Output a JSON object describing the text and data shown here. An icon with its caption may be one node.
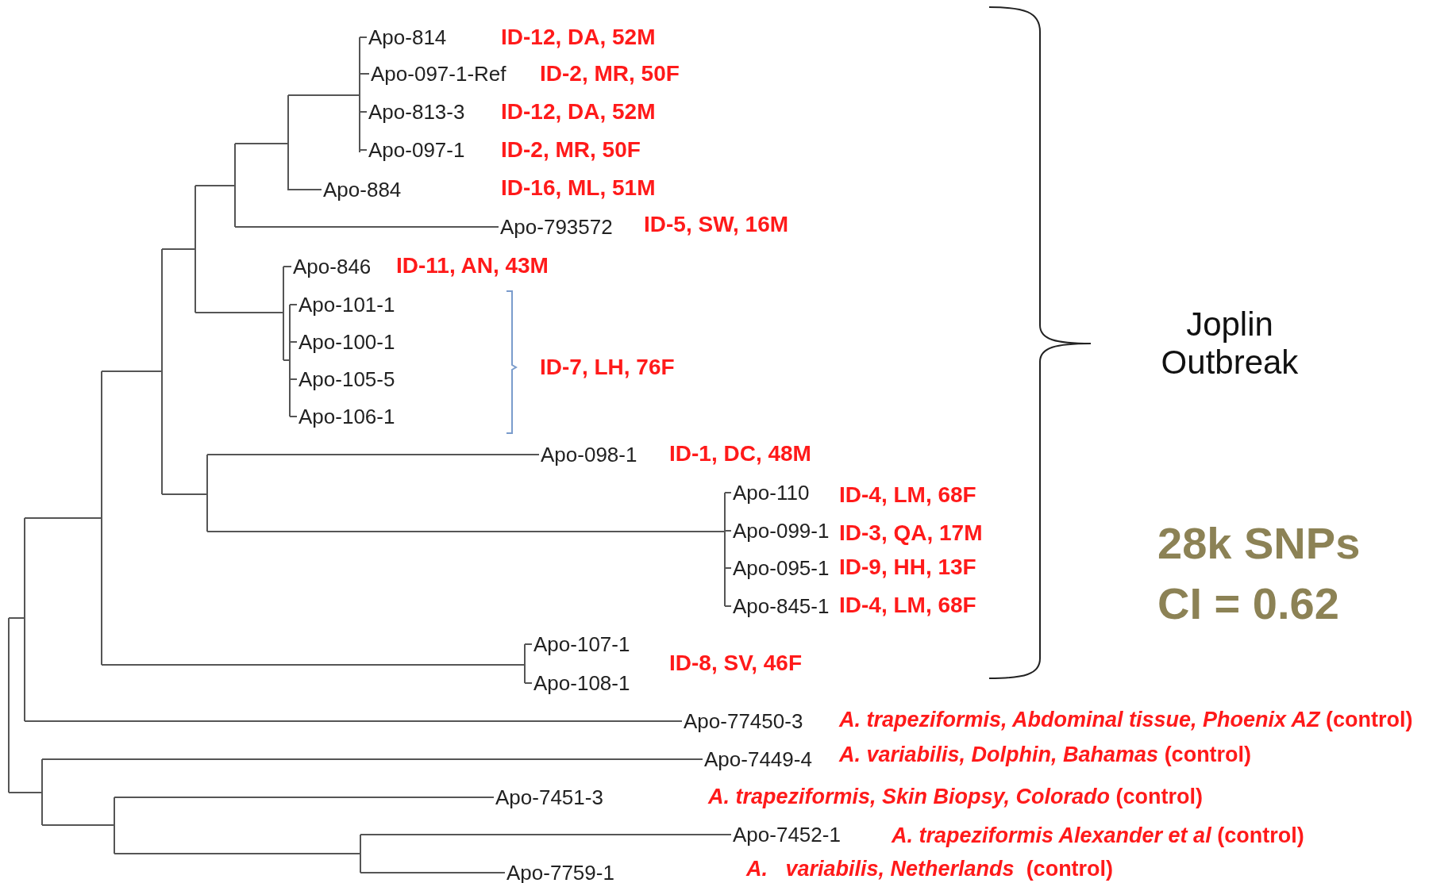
{
  "diagram": {
    "nodes": [
      {
        "text": [
          "Apo-814"
        ]
      },
      {
        "text": [
          "Apo-097-1-Ref"
        ]
      },
      {
        "text": [
          "Apo-813-3"
        ]
      },
      {
        "text": [
          "Apo-097-1"
        ]
      },
      {
        "text": [
          "Apo-884"
        ]
      },
      {
        "text": [
          "Apo-793572"
        ]
      },
      {
        "text": [
          "Apo-846"
        ]
      },
      {
        "text": [
          "Apo-101-1"
        ]
      },
      {
        "text": [
          "Apo-100-1"
        ]
      },
      {
        "text": [
          "Apo-105-5"
        ]
      },
      {
        "text": [
          "Apo-106-1"
        ]
      },
      {
        "text": [
          "Apo-098-1"
        ]
      },
      {
        "text": [
          "Apo-110"
        ]
      },
      {
        "text": [
          "Apo-099-1"
        ]
      },
      {
        "text": [
          "Apo-095-1"
        ]
      },
      {
        "text": [
          "Apo-845-1"
        ]
      },
      {
        "text": [
          "Apo-107-1"
        ]
      },
      {
        "text": [
          "Apo-108-1"
        ]
      },
      {
        "text": [
          "Apo-77450-3"
        ]
      },
      {
        "text": [
          "Apo-7449-4"
        ]
      },
      {
        "text": [
          "Apo-7451-3"
        ]
      },
      {
        "text": [
          "Apo-7452-1"
        ]
      },
      {
        "text": [
          "Apo-7759-1"
        ]
      }
    ],
    "edges": [
      {
        "from": null,
        "to": 0,
        "arrow": "none"
      },
      {
        "from": null,
        "to": 1,
        "arrow": "none"
      },
      {
        "from": null,
        "to": 2,
        "arrow": "none"
      },
      {
        "from": null,
        "to": 3,
        "arrow": "none"
      },
      {
        "from": null,
        "to": 4,
        "arrow": "none"
      },
      {
        "from": null,
        "to": 5,
        "arrow": "none"
      },
      {
        "from": null,
        "to": 6,
        "arrow": "none"
      },
      {
        "from": null,
        "to": 7,
        "arrow": "none"
      },
      {
        "from": null,
        "to": 8,
        "arrow": "none"
      },
      {
        "from": null,
        "to": 9,
        "arrow": "none"
      },
      {
        "from": null,
        "to": 10,
        "arrow": "none"
      },
      {
        "from": null,
        "to": 11,
        "arrow": "none"
      },
      {
        "from": null,
        "to": 12,
        "arrow": "none"
      },
      {
        "from": null,
        "to": 13,
        "arrow": "none"
      },
      {
        "from": null,
        "to": 14,
        "arrow": "none"
      },
      {
        "from": null,
        "to": 15,
        "arrow": "none"
      },
      {
        "from": null,
        "to": 16,
        "arrow": "none"
      },
      {
        "from": null,
        "to": 17,
        "arrow": "none"
      },
      {
        "from": null,
        "to": 18,
        "arrow": "none"
      },
      {
        "from": null,
        "to": 19,
        "arrow": "none"
      },
      {
        "from": null,
        "to": 20,
        "arrow": "none"
      },
      {
        "from": null,
        "to": 21,
        "arrow": "none"
      },
      {
        "from": null,
        "to": 22,
        "arrow": "none"
      }
    ],
    "labels": [
      "ID-12, DA, 52M",
      "ID-2, MR, 50F",
      "ID-12, DA, 52M",
      "ID-2, MR, 50F",
      "ID-16, ML, 51M",
      "ID-5, SW, 16M",
      "ID-11, AN, 43M",
      "ID-7, LH, 76F",
      "ID-1, DC, 48M",
      "ID-4, LM, 68F",
      "ID-3, QA, 17M",
      "ID-9, HH, 13F",
      "ID-4, LM, 68F",
      "ID-8, SV, 46F",
      "*A. trapeziformis, Abdominal tissue, Phoenix AZ* (control)",
      "*A. variabilis, Dolphin, Bahamas* (control)",
      "*A. trapeziformis, Skin Biopsy, Colorado* (control)",
      "*A. trapeziformis Alexander et al* (control)",
      "*A.   variabilis, Netherlands*  (control)",
      "Joplin Outbreak",
      "28k SNPs",
      "CI = 0.62"
    ]
  }
}
